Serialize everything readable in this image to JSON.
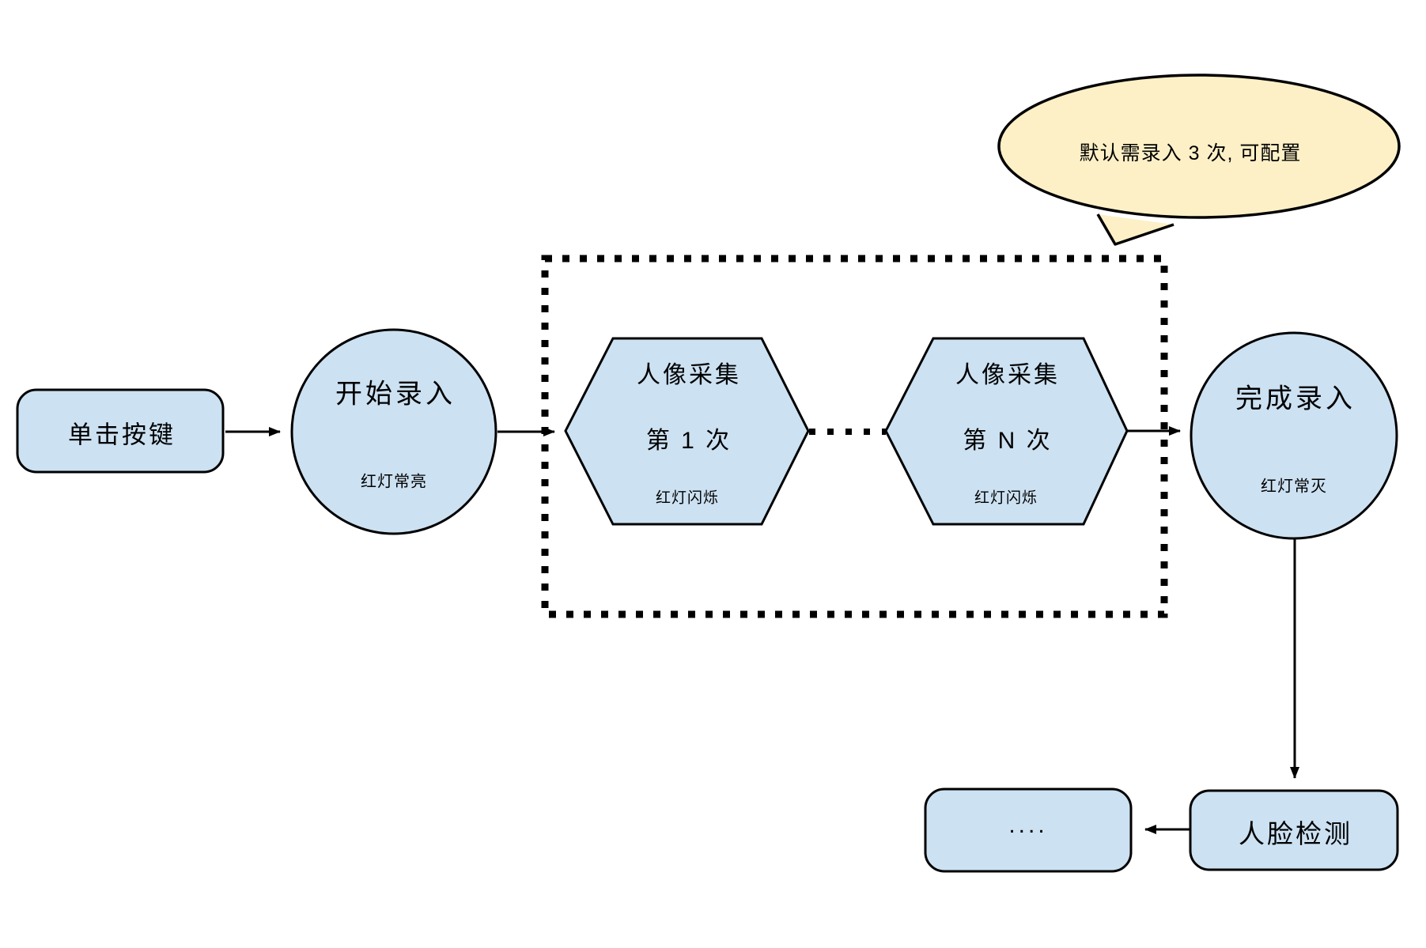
{
  "colors": {
    "background": "#ffffff",
    "node_fill": "#cce1f2",
    "node_stroke": "#000000",
    "callout_fill": "#fdf0c7"
  },
  "nodes": {
    "click_button": {
      "label": "单击按键"
    },
    "start": {
      "label": "开始录入",
      "status": "红灯常亮"
    },
    "capture_first": {
      "label": "人像采集",
      "sublabel": "第 1 次",
      "status": "红灯闪烁"
    },
    "capture_nth": {
      "label": "人像采集",
      "sublabel": "第 N 次",
      "status": "红灯闪烁"
    },
    "finish": {
      "label": "完成录入",
      "status": "红灯常灭"
    },
    "face_detection": {
      "label": "人脸检测"
    },
    "continuation": {
      "label": "...."
    }
  },
  "callout": {
    "text": "默认需录入 3 次, 可配置"
  }
}
